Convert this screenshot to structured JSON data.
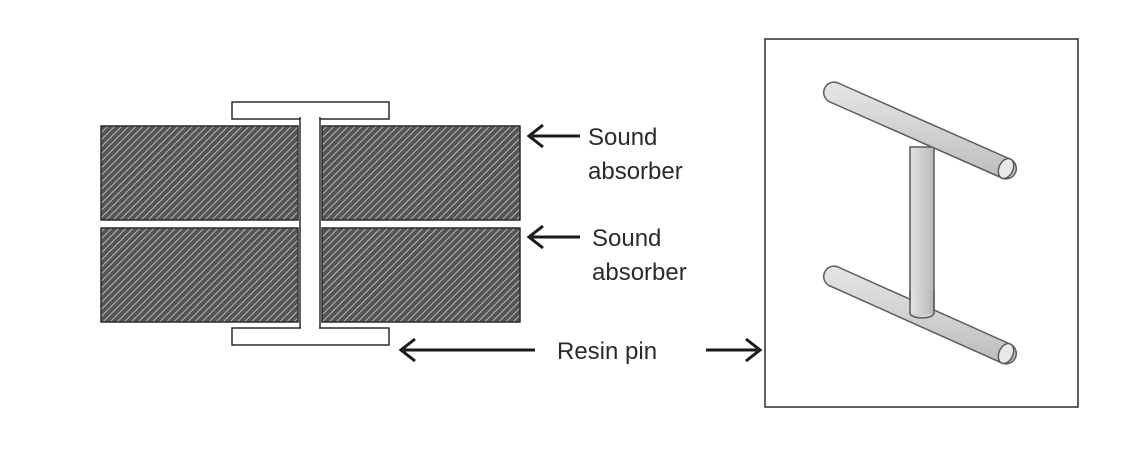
{
  "labels": {
    "absorber_top_line1": "Sound",
    "absorber_top_line2": "absorber",
    "absorber_bottom_line1": "Sound",
    "absorber_bottom_line2": "absorber",
    "resin_pin": "Resin pin"
  },
  "colors": {
    "stroke": "#2b2b2b",
    "hatch_dark": "#4a4a4a",
    "hatch_light": "#cfcfcf",
    "pin_3d_fill": "#d2d2d2",
    "pin_3d_stroke": "#5a5a5a"
  }
}
